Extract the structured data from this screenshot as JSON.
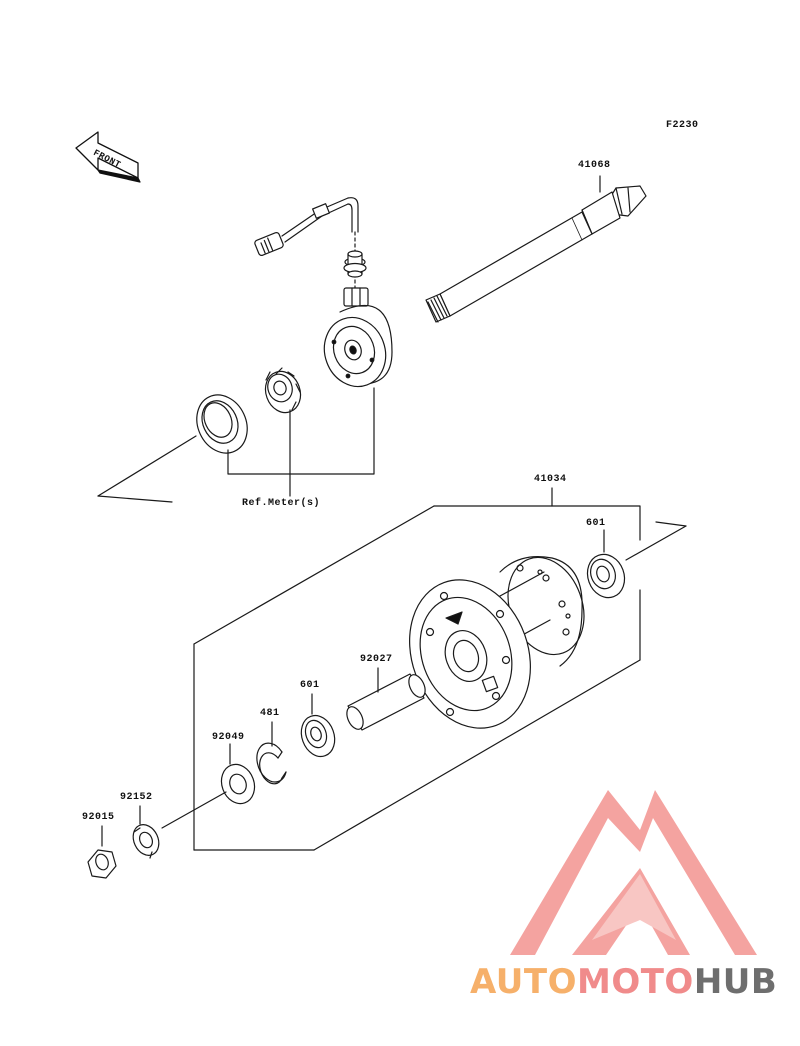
{
  "figure_code": "F2230",
  "front_label": "FRONT",
  "ref_label": "Ref.Meter(s)",
  "parts": {
    "axle": "41068",
    "hub": "41034",
    "bearing_right": "601",
    "spacer": "92027",
    "bearing_left": "601",
    "circlip": "481",
    "seal": "92049",
    "collar": "92152",
    "nut": "92015"
  },
  "logo": {
    "part1": "AUTO",
    "part2": "MOTO",
    "part3": "HUB"
  },
  "colors": {
    "line": "#1a1a1a",
    "logo_red": "#f4a3a0",
    "logo_orange": "#f6b06a",
    "logo_gray": "#6e6e6e"
  }
}
